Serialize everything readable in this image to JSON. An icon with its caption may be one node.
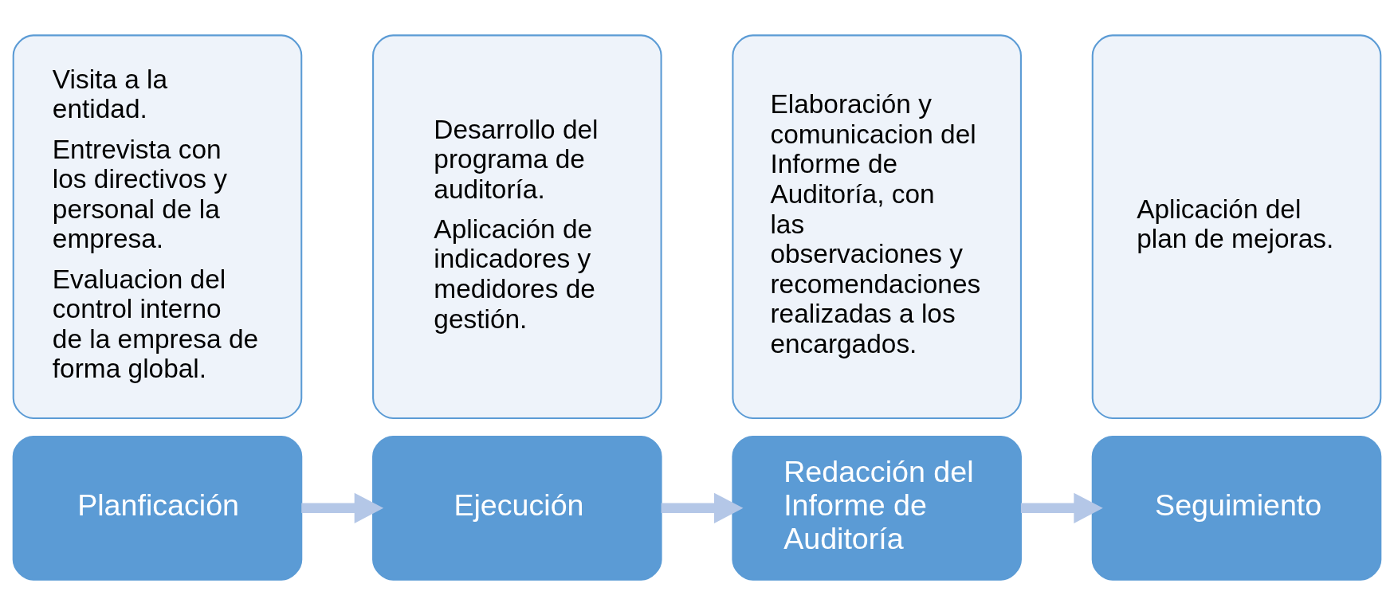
{
  "diagram": {
    "nodes": [
      {
        "text": [
          "Planficación"
        ]
      },
      {
        "text": [
          "Visita a la entidad.",
          "Entrevista con los directivos y personal de la empresa.",
          "Evaluacion del control interno de la empresa de forma global."
        ]
      },
      {
        "text": [
          "Ejecución"
        ]
      },
      {
        "text": [
          "Desarrollo del programa de auditoría.",
          "Aplicación de indicadores y medidores de gestión."
        ]
      },
      {
        "text": [
          "Redacción del Informe de Auditoría"
        ]
      },
      {
        "text": [
          "Elaboración y comunicacion del Informe de Auditoría, con las observaciones y recomendaciones realizadas a los encargados."
        ]
      },
      {
        "text": [
          "Seguimiento"
        ]
      },
      {
        "text": [
          "Aplicación del plan de mejoras."
        ]
      }
    ],
    "edges": [
      {
        "from": 0,
        "to": 2,
        "arrow": "to"
      },
      {
        "from": 2,
        "to": 4,
        "arrow": "to"
      },
      {
        "from": 4,
        "to": 6,
        "arrow": "to"
      }
    ]
  }
}
